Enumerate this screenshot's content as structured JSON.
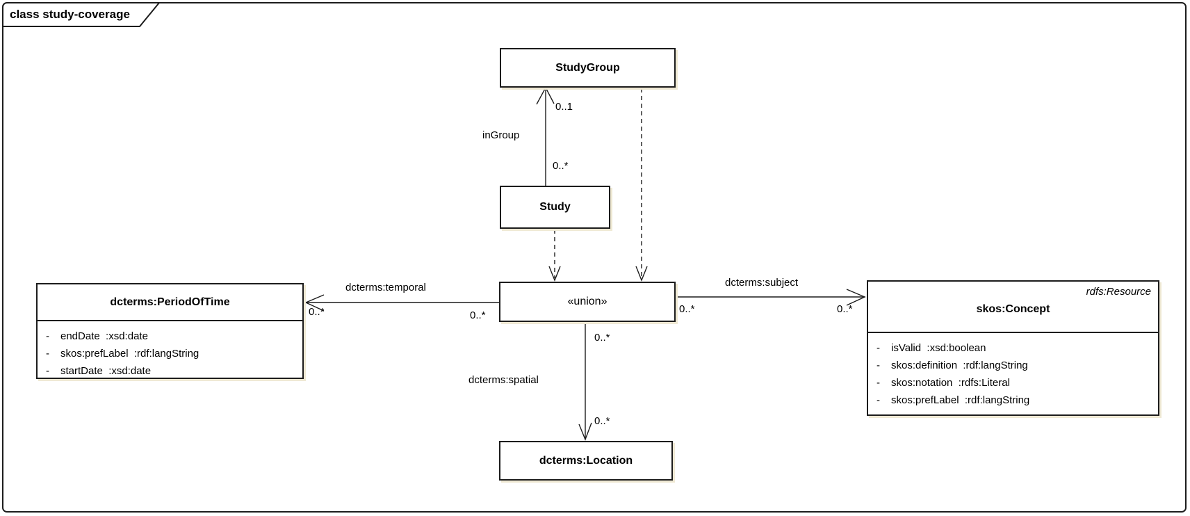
{
  "diagram": {
    "title": "class study-coverage"
  },
  "classes": {
    "study_group": {
      "name": "StudyGroup"
    },
    "study": {
      "name": "Study"
    },
    "union": {
      "name": "«union»"
    },
    "period_of_time": {
      "name": "dcterms:PeriodOfTime",
      "attributes": [
        {
          "vis": "-",
          "text": "endDate  :xsd:date"
        },
        {
          "vis": "-",
          "text": "skos:prefLabel  :rdf:langString"
        },
        {
          "vis": "-",
          "text": "startDate  :xsd:date"
        }
      ]
    },
    "concept": {
      "stereotype": "rdfs:Resource",
      "name": "skos:Concept",
      "attributes": [
        {
          "vis": "-",
          "text": "isValid  :xsd:boolean"
        },
        {
          "vis": "-",
          "text": "skos:definition  :rdf:langString"
        },
        {
          "vis": "-",
          "text": "skos:notation  :rdfs:Literal"
        },
        {
          "vis": "-",
          "text": "skos:prefLabel  :rdf:langString"
        }
      ]
    },
    "location": {
      "name": "dcterms:Location"
    }
  },
  "edges": {
    "in_group": {
      "label": "inGroup",
      "target_mult": "0..1",
      "source_mult": "0..*"
    },
    "temporal": {
      "label": "dcterms:temporal",
      "target_mult": "0..*",
      "source_mult": "0..*"
    },
    "subject": {
      "label": "dcterms:subject",
      "source_mult": "0..*",
      "target_mult": "0..*"
    },
    "spatial": {
      "label": "dcterms:spatial",
      "source_mult": "0..*",
      "target_mult": "0..*"
    }
  },
  "colors": {
    "line": "#1c1c1c",
    "shadow": "#efe9d4",
    "background": "#ffffff"
  }
}
